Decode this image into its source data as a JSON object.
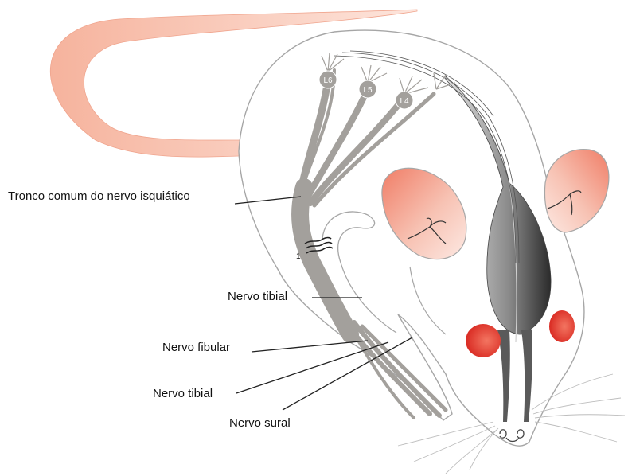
{
  "labels": {
    "sciatic_trunk": "Tronco comum do nervo isquiático",
    "tibial_upper": "Nervo tibial",
    "fibular": "Nervo fibular",
    "tibial_lower": "Nervo tibial",
    "sural": "Nervo sural"
  },
  "roots": [
    "L6",
    "L5",
    "L4"
  ],
  "injury_marker": "1",
  "colors": {
    "tail": "#f6bba6",
    "ear": "#f08c73",
    "eye": "#e0322a",
    "nerve": "#a3a09c",
    "spinal": "#6f6f6f",
    "outline": "#a6a6a6"
  }
}
